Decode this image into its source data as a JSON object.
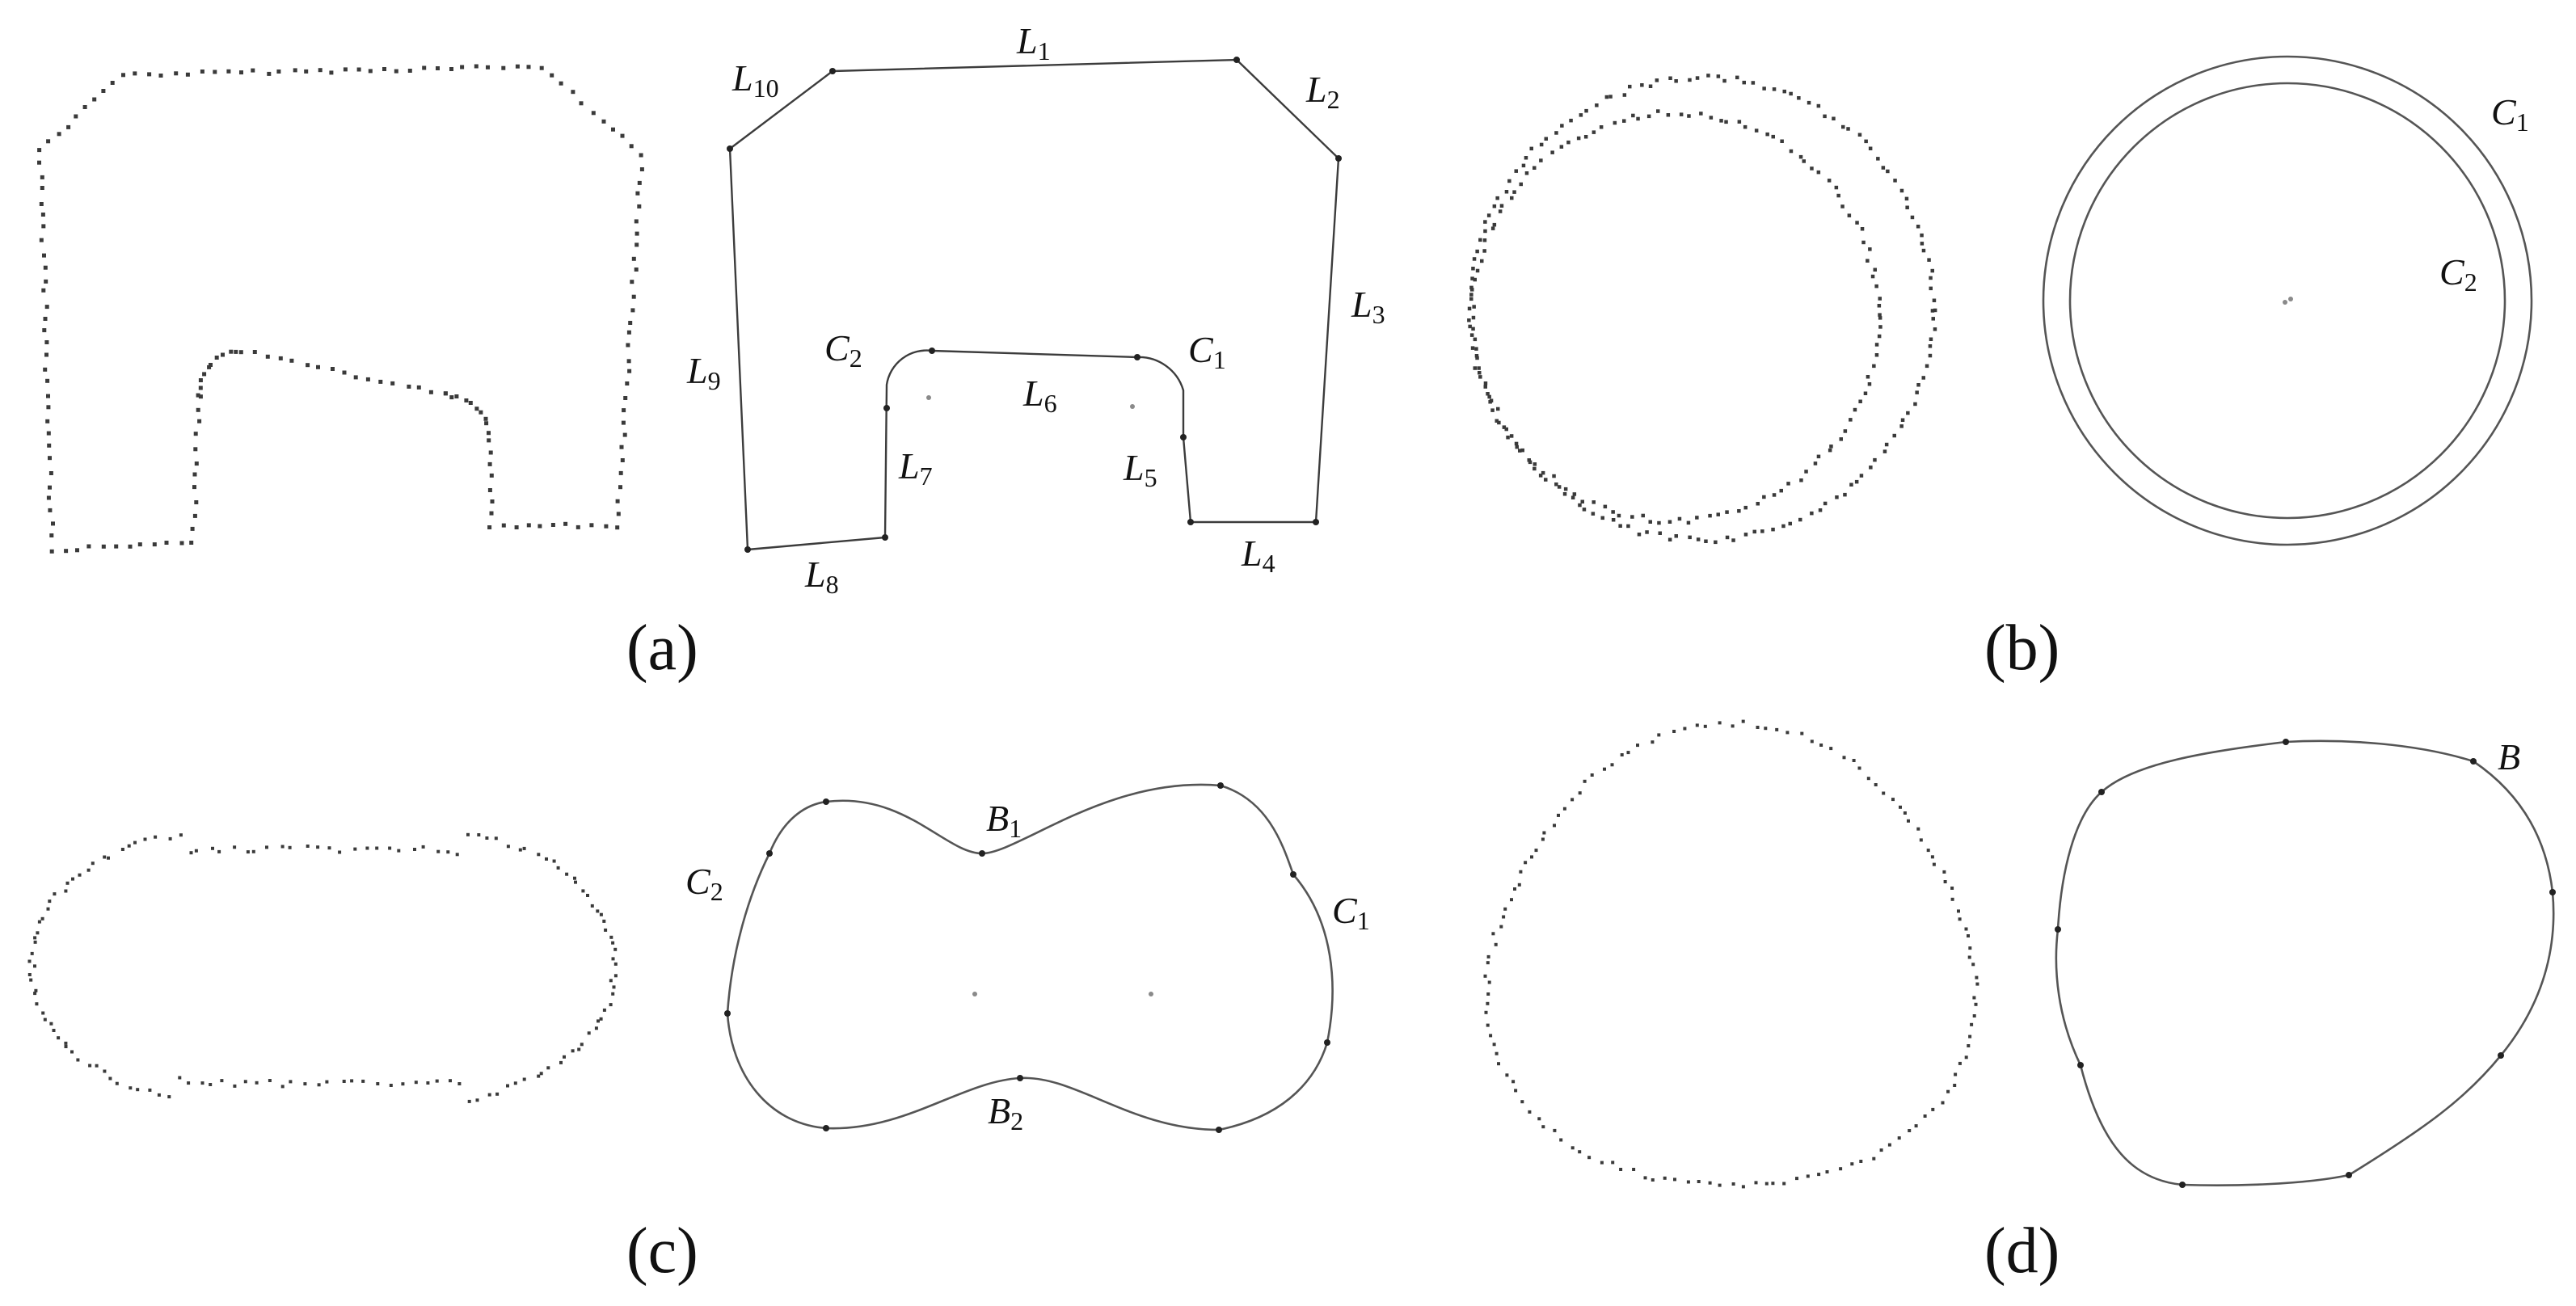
{
  "figure": {
    "panels": [
      {
        "id": "a",
        "caption": "(a)",
        "labels": [
          {
            "id": "L1",
            "base": "L",
            "sub": "1"
          },
          {
            "id": "L2",
            "base": "L",
            "sub": "2"
          },
          {
            "id": "L3",
            "base": "L",
            "sub": "3"
          },
          {
            "id": "L4",
            "base": "L",
            "sub": "4"
          },
          {
            "id": "L5",
            "base": "L",
            "sub": "5"
          },
          {
            "id": "L6",
            "base": "L",
            "sub": "6"
          },
          {
            "id": "L7",
            "base": "L",
            "sub": "7"
          },
          {
            "id": "L8",
            "base": "L",
            "sub": "8"
          },
          {
            "id": "L9",
            "base": "L",
            "sub": "9"
          },
          {
            "id": "L10",
            "base": "L",
            "sub": "10"
          },
          {
            "id": "C1",
            "base": "C",
            "sub": "1"
          },
          {
            "id": "C2",
            "base": "C",
            "sub": "2"
          }
        ]
      },
      {
        "id": "b",
        "caption": "(b)",
        "labels": [
          {
            "id": "C1",
            "base": "C",
            "sub": "1"
          },
          {
            "id": "C2",
            "base": "C",
            "sub": "2"
          }
        ]
      },
      {
        "id": "c",
        "caption": "(c)",
        "labels": [
          {
            "id": "B1",
            "base": "B",
            "sub": "1"
          },
          {
            "id": "B2",
            "base": "B",
            "sub": "2"
          },
          {
            "id": "C1",
            "base": "C",
            "sub": "1"
          },
          {
            "id": "C2",
            "base": "C",
            "sub": "2"
          }
        ]
      },
      {
        "id": "d",
        "caption": "(d)",
        "labels": [
          {
            "id": "B",
            "base": "B",
            "sub": ""
          }
        ]
      }
    ],
    "colors": {
      "points": "#3a3a3a",
      "fitted_lines": "#3c3c3c",
      "fitted_curves": "#555555",
      "text": "#111111"
    }
  }
}
